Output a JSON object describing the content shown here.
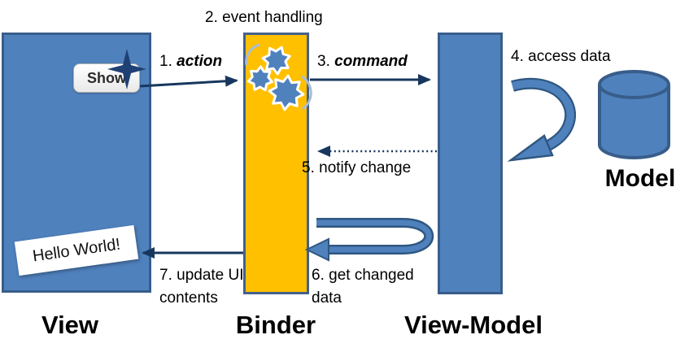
{
  "boxes": {
    "view": {
      "caption": "View"
    },
    "binder": {
      "caption": "Binder"
    },
    "view_model": {
      "caption": "View-Model"
    },
    "model": {
      "caption": "Model"
    }
  },
  "view_widgets": {
    "show_button_label": "Show",
    "hello_text": "Hello World!"
  },
  "steps": {
    "s1": {
      "prefix": "1. ",
      "word": "action"
    },
    "s2": {
      "text": "2. event handling"
    },
    "s3": {
      "prefix": "3. ",
      "word": "command"
    },
    "s4": {
      "text": "4. access data"
    },
    "s5": {
      "text": "5. notify change"
    },
    "s6": {
      "text": "6. get changed data"
    },
    "s7": {
      "text": "7. update UI contents"
    }
  },
  "icons": {
    "gears": "gears-icon",
    "star": "sparkle-star-icon",
    "database": "database-cylinder-icon"
  },
  "colors": {
    "box_blue_fill": "#4F81BD",
    "box_blue_border": "#385D8A",
    "binder_fill": "#FFC000",
    "binder_border": "#44618C",
    "arrow_navy": "#17375E",
    "flow_arrow_fill": "#4F81BD",
    "flow_arrow_outline": "#2F5781",
    "gear_fill": "#4F81BD",
    "gear_outline": "#FFFFFF",
    "star_fill": "#1F4074"
  }
}
